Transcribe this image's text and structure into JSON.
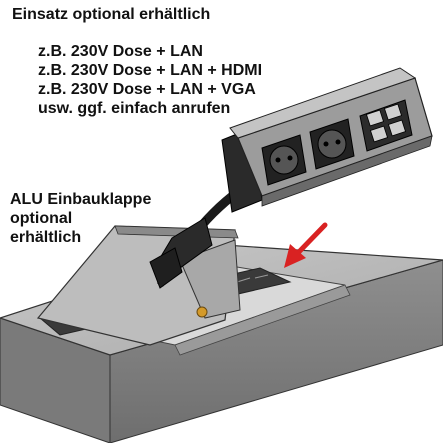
{
  "heading": "Einsatz optional erhältlich",
  "examples": [
    "z.B. 230V Dose + LAN",
    "z.B. 230V Dose + LAN + HDMI",
    "z.B. 230V Dose + LAN + VGA",
    "usw. ggf. einfach anrufen"
  ],
  "flap_label": [
    "ALU Einbauklappe",
    "optional",
    "erhältlich"
  ],
  "arrow_color": "#d92222",
  "icons": [
    "power-outlet-icon",
    "lan-port-icon",
    "arrow-icon"
  ]
}
